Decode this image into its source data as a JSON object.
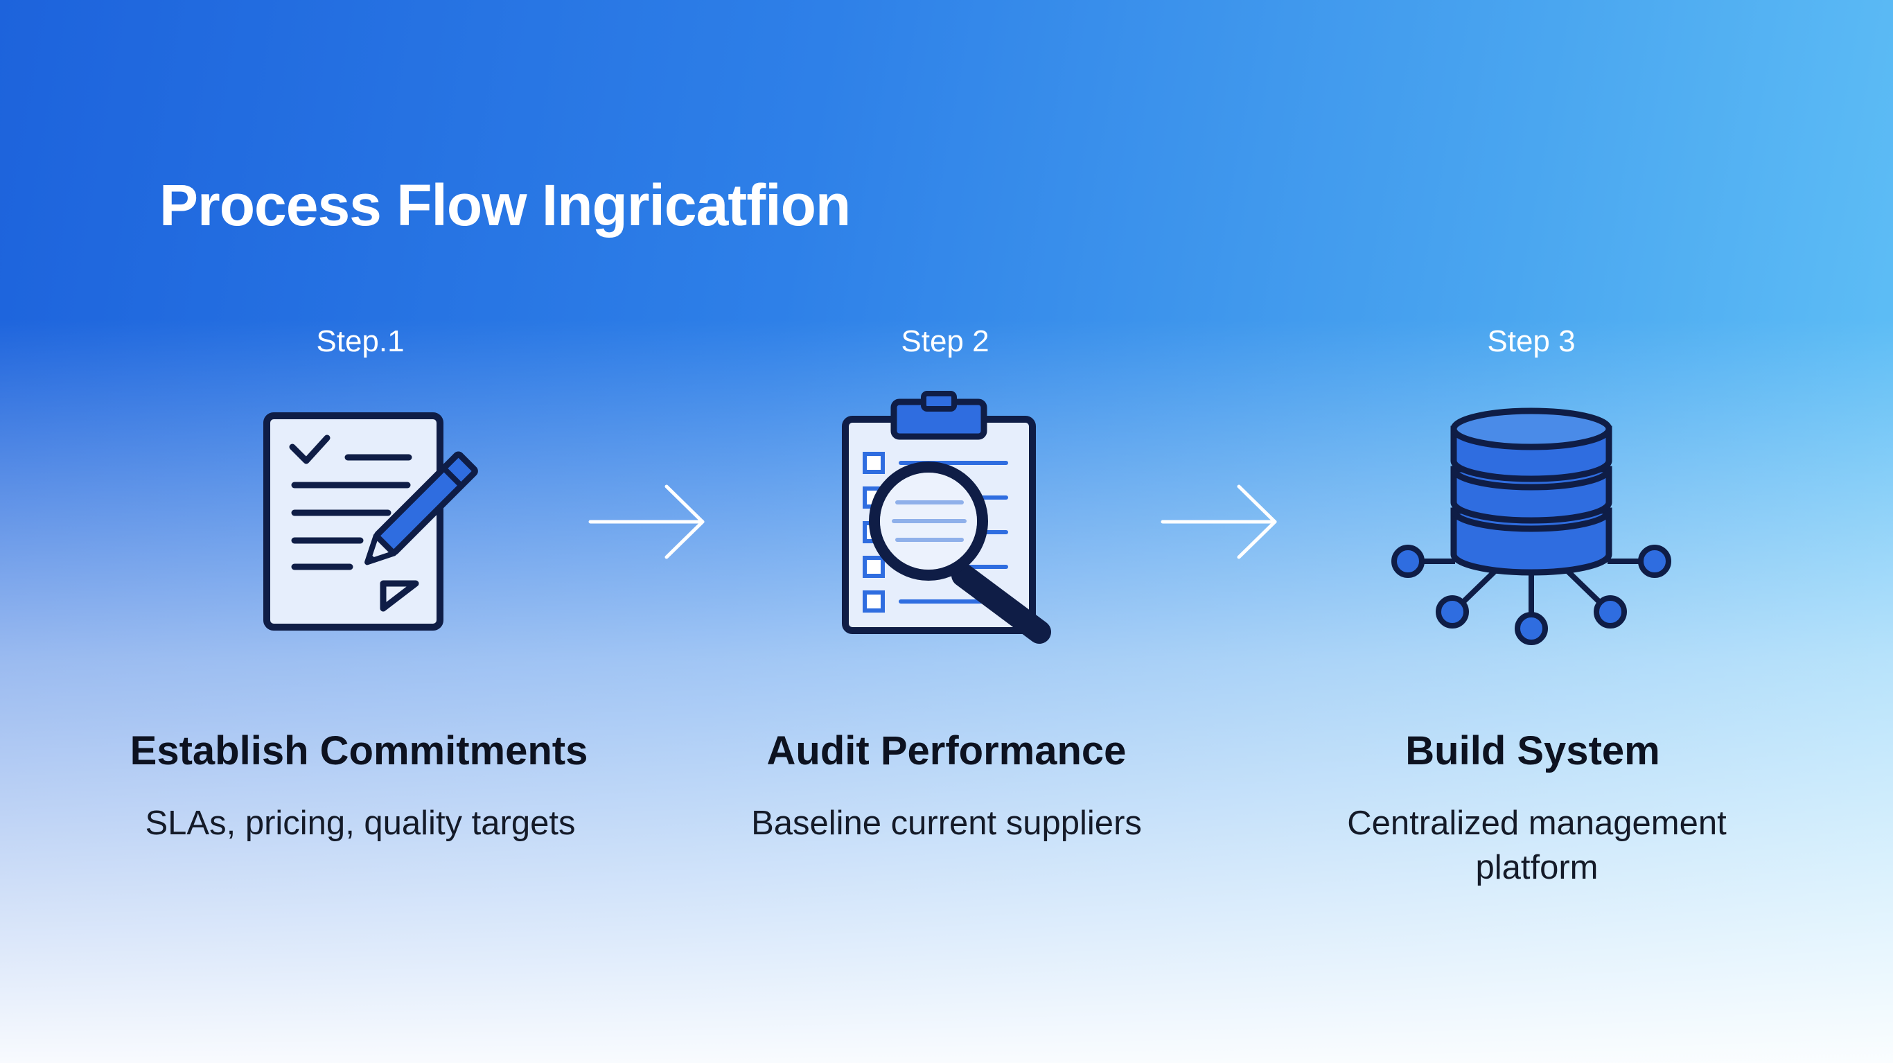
{
  "title": "Process Flow Ingricatfion",
  "colors": {
    "icon_outline": "#0f1d46",
    "icon_fill_light": "#e6eefc",
    "icon_accent": "#2f6de0",
    "text_dark": "#0d1220",
    "text_light": "#ffffff"
  },
  "steps": [
    {
      "label": "Step.1",
      "icon": "document-checklist-pencil-icon",
      "title": "Establish Commitments",
      "description": "SLAs, pricing, quality targets"
    },
    {
      "label": "Step 2",
      "icon": "clipboard-magnifier-icon",
      "title": "Audit Performance",
      "description": "Baseline current suppliers"
    },
    {
      "label": "Step 3",
      "icon": "database-network-icon",
      "title": "Build System",
      "description": "Centralized management platform"
    }
  ],
  "connectors": [
    "arrow-right-icon",
    "arrow-right-icon"
  ]
}
